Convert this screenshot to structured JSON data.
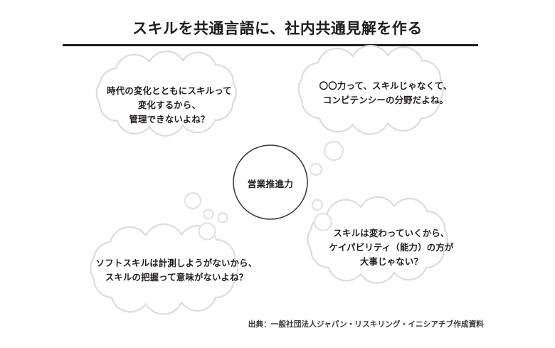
{
  "page": {
    "title": "スキルを共通言語に、社内共通見解を作る",
    "center_node_label": "営業推進力",
    "source": "出典：一般社団法人ジャパン・リスキリング・イニシアチブ作成資料"
  },
  "colors": {
    "background": "#ffffff",
    "text": "#231f20",
    "title_rule": "#1d1d1b",
    "cloud_stroke": "#dcdcdc",
    "cloud_fill": "#ffffff",
    "center_circle_stroke": "#3c3c3c",
    "tail_bubble_stroke": "#e0e0e0"
  },
  "bubbles": [
    {
      "id": "bubble-top-left",
      "position": "top-left",
      "text": "時代の変化とともにスキルって\n変化するから、\n管理できないよね？"
    },
    {
      "id": "bubble-top-right",
      "position": "top-right",
      "text": "〇〇力って、スキルじゃなくて、\nコンピテンシーの分野だよね。"
    },
    {
      "id": "bubble-bottom-left",
      "position": "bottom-left",
      "text": "ソフトスキルは計測しようがないから、\nスキルの把握って意味がないよね？"
    },
    {
      "id": "bubble-bottom-right",
      "position": "bottom-right",
      "text": "スキルは変わっていくから、\nケイパビリティ（能力）の方が\n大事じゃない？"
    }
  ]
}
